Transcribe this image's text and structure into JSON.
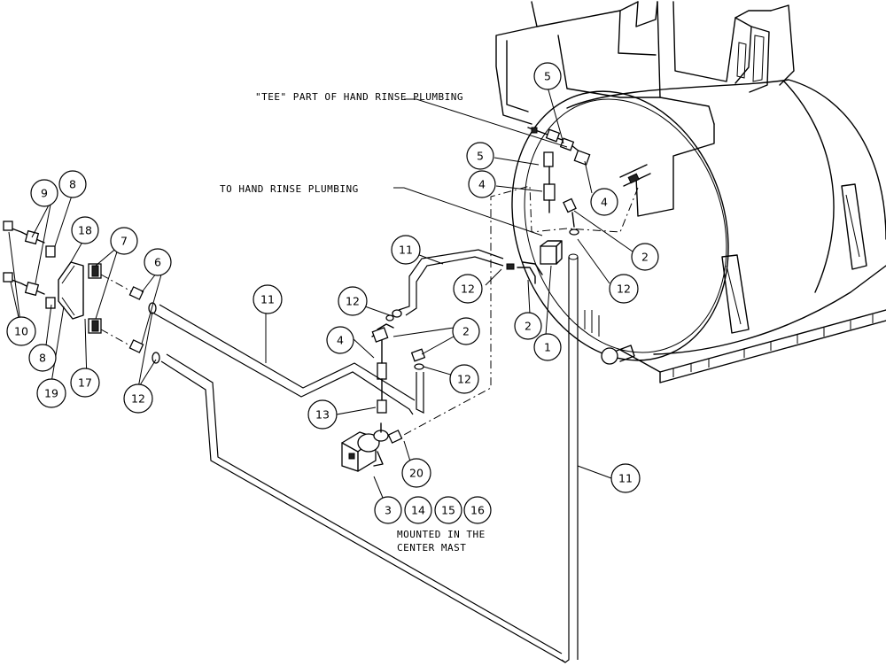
{
  "notes": {
    "tee": "\"TEE\" PART OF HAND RINSE PLUMBING",
    "hand_rinse": "TO HAND RINSE PLUMBING",
    "mast_line1": "MOUNTED IN THE",
    "mast_line2": "CENTER MAST"
  },
  "callouts": [
    {
      "id": "c5a",
      "text": "5"
    },
    {
      "id": "c5b",
      "text": "5"
    },
    {
      "id": "c4a",
      "text": "4"
    },
    {
      "id": "c4b",
      "text": "4"
    },
    {
      "id": "c2a",
      "text": "2"
    },
    {
      "id": "c12a",
      "text": "12"
    },
    {
      "id": "c1",
      "text": "1"
    },
    {
      "id": "c2b",
      "text": "2"
    },
    {
      "id": "c12b",
      "text": "12"
    },
    {
      "id": "c11a",
      "text": "11"
    },
    {
      "id": "c12c",
      "text": "12"
    },
    {
      "id": "c11b",
      "text": "11"
    },
    {
      "id": "c4c",
      "text": "4"
    },
    {
      "id": "c2c",
      "text": "2"
    },
    {
      "id": "c12d",
      "text": "12"
    },
    {
      "id": "c13",
      "text": "13"
    },
    {
      "id": "c20",
      "text": "20"
    },
    {
      "id": "c3",
      "text": "3"
    },
    {
      "id": "c14",
      "text": "14"
    },
    {
      "id": "c15",
      "text": "15"
    },
    {
      "id": "c16",
      "text": "16"
    },
    {
      "id": "c11c",
      "text": "11"
    },
    {
      "id": "c9",
      "text": "9"
    },
    {
      "id": "c8a",
      "text": "8"
    },
    {
      "id": "c18",
      "text": "18"
    },
    {
      "id": "c7",
      "text": "7"
    },
    {
      "id": "c6",
      "text": "6"
    },
    {
      "id": "c10",
      "text": "10"
    },
    {
      "id": "c8b",
      "text": "8"
    },
    {
      "id": "c19",
      "text": "19"
    },
    {
      "id": "c17",
      "text": "17"
    },
    {
      "id": "c12e",
      "text": "12"
    }
  ]
}
